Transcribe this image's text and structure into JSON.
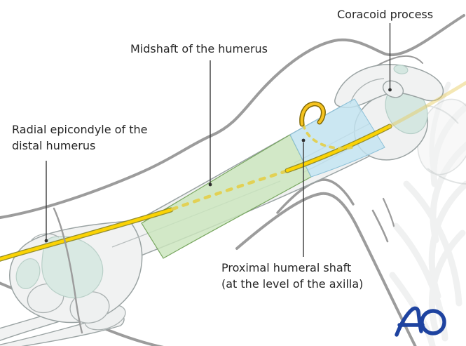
{
  "figure": {
    "type": "anatomical-diagram",
    "subject": "humerus-radial-nerve-overview",
    "labels": {
      "coracoid_process": "Coracoid process",
      "midshaft": "Midshaft of the humerus",
      "radial_epicondyle_line1": "Radial epicondyle of the",
      "radial_epicondyle_line2": "distal humerus",
      "proximal_shaft_line1": "Proximal humeral shaft",
      "proximal_shaft_line2": "(at the level of the axilla)"
    },
    "logo_text": "AO",
    "colors": {
      "midshaft_highlight_green": "#cbe5bd",
      "proximal_highlight_blue": "#c2e3f1",
      "nerve_yellow": "#fbd304",
      "nerve_dash_yellow": "#e3d04e",
      "hook_gold": "#f6c31f",
      "body_contour_gray": "#9c9c9c",
      "bone_fill": "#f1f2f2",
      "cartilage_teal": "#d9e9e3",
      "label_text": "#262626",
      "logo_blue": "#1e43a0"
    }
  }
}
